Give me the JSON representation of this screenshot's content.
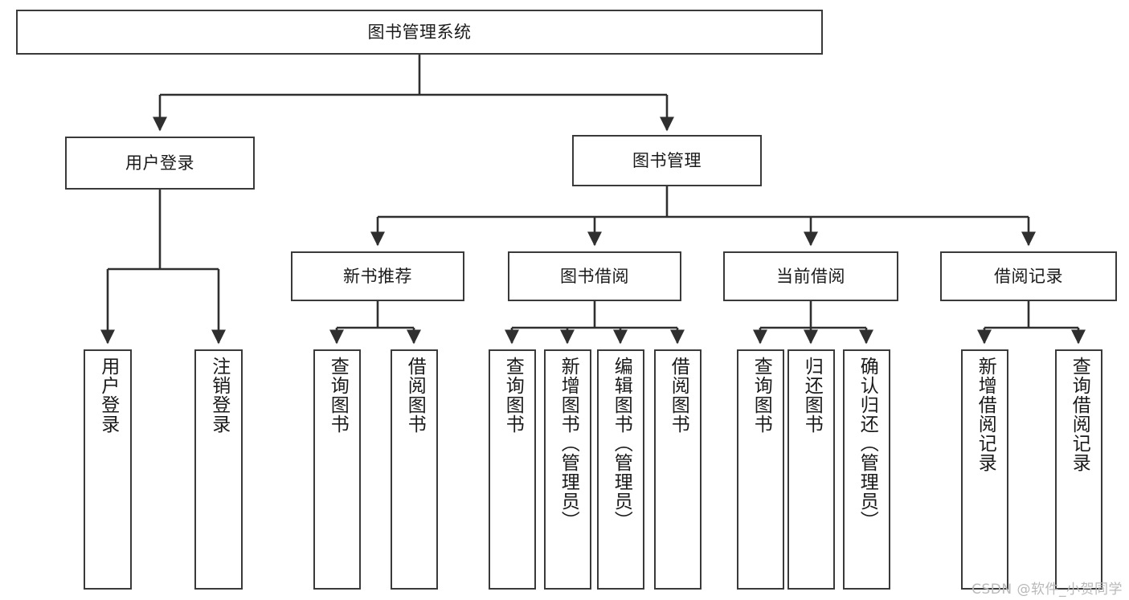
{
  "diagram": {
    "type": "tree-hierarchy-chart",
    "title": "图书管理系统",
    "stroke_color": "#3a3a3a",
    "fill_color": "#ffffff",
    "text_color": "#1a1a1a",
    "watermark": "CSDN @软件_小贺同学",
    "levels": {
      "level1": [
        {
          "id": "root",
          "label": "图书管理系统",
          "orientation": "horizontal"
        }
      ],
      "level2": [
        {
          "id": "user-login",
          "label": "用户登录",
          "orientation": "horizontal",
          "parent": "root"
        },
        {
          "id": "book-manage",
          "label": "图书管理",
          "orientation": "horizontal",
          "parent": "root"
        }
      ],
      "level3": [
        {
          "id": "new-book-rec",
          "label": "新书推荐",
          "orientation": "horizontal",
          "parent": "book-manage"
        },
        {
          "id": "book-borrow",
          "label": "图书借阅",
          "orientation": "horizontal",
          "parent": "book-manage"
        },
        {
          "id": "current-borrow",
          "label": "当前借阅",
          "orientation": "horizontal",
          "parent": "book-manage"
        },
        {
          "id": "borrow-record",
          "label": "借阅记录",
          "orientation": "horizontal",
          "parent": "book-manage"
        }
      ],
      "leaves": [
        {
          "id": "leaf-user-login",
          "label": "用户登录",
          "orientation": "vertical",
          "parent": "user-login"
        },
        {
          "id": "leaf-user-logout",
          "label": "注销登录",
          "orientation": "vertical",
          "parent": "user-login"
        },
        {
          "id": "leaf-rec-query",
          "label": "查询图书",
          "orientation": "vertical",
          "parent": "new-book-rec"
        },
        {
          "id": "leaf-rec-borrow",
          "label": "借阅图书",
          "orientation": "vertical",
          "parent": "new-book-rec"
        },
        {
          "id": "leaf-borrow-query",
          "label": "查询图书",
          "orientation": "vertical",
          "parent": "book-borrow"
        },
        {
          "id": "leaf-borrow-add",
          "label": "新增图书（管理员）",
          "orientation": "vertical",
          "parent": "book-borrow"
        },
        {
          "id": "leaf-borrow-edit",
          "label": "编辑图书（管理员）",
          "orientation": "vertical",
          "parent": "book-borrow"
        },
        {
          "id": "leaf-borrow-lend",
          "label": "借阅图书",
          "orientation": "vertical",
          "parent": "book-borrow"
        },
        {
          "id": "leaf-cur-query",
          "label": "查询图书",
          "orientation": "vertical",
          "parent": "current-borrow"
        },
        {
          "id": "leaf-cur-return",
          "label": "归还图书",
          "orientation": "vertical",
          "parent": "current-borrow"
        },
        {
          "id": "leaf-cur-confirm",
          "label": "确认归还（管理员）",
          "orientation": "vertical",
          "parent": "current-borrow"
        },
        {
          "id": "leaf-rec-add",
          "label": "新增借阅记录",
          "orientation": "vertical",
          "parent": "borrow-record"
        },
        {
          "id": "leaf-rec-search",
          "label": "查询借阅记录",
          "orientation": "vertical",
          "parent": "borrow-record"
        }
      ]
    }
  }
}
